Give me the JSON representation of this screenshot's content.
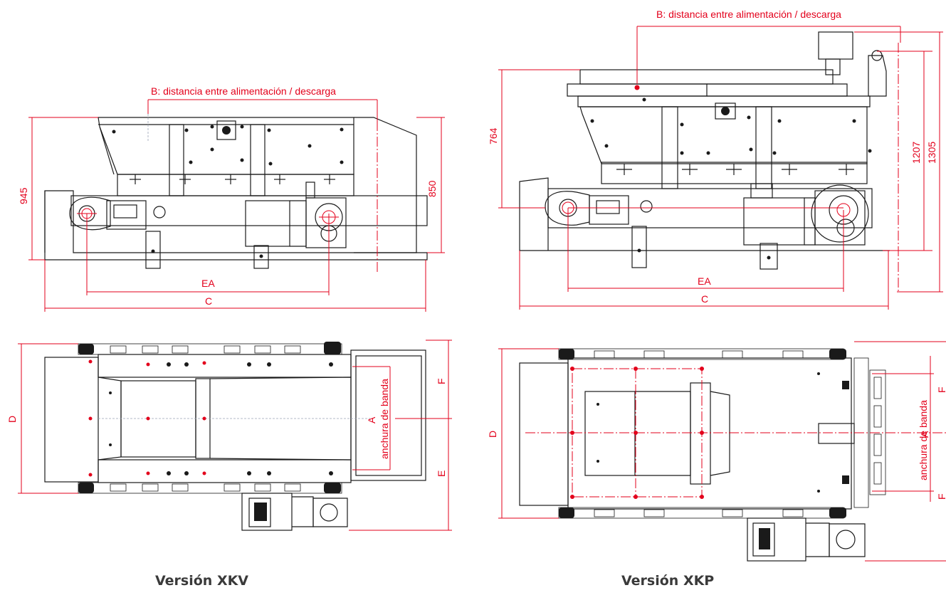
{
  "left": {
    "caption": "Versión XKV",
    "label_b": "B: distancia entre alimentación / descarga",
    "label_945": "945",
    "label_850": "850",
    "label_ea": "EA",
    "label_c": "C",
    "label_d": "D",
    "label_f": "F",
    "label_e": "E",
    "label_a": "A",
    "label_band": "anchura de banda"
  },
  "right": {
    "caption": "Versión XKP",
    "label_b": "B: distancia entre alimentación / descarga",
    "label_764": "764",
    "label_1207": "1207",
    "label_1305": "1305",
    "label_ea": "EA",
    "label_c": "C",
    "label_d": "D",
    "label_f_top": "F",
    "label_f_bottom": "F",
    "label_a": "A",
    "label_band": "anchura de banda"
  },
  "colors": {
    "dimension": "#e3001b",
    "line": "#1a1a1a",
    "caption": "#3a3a3a"
  }
}
